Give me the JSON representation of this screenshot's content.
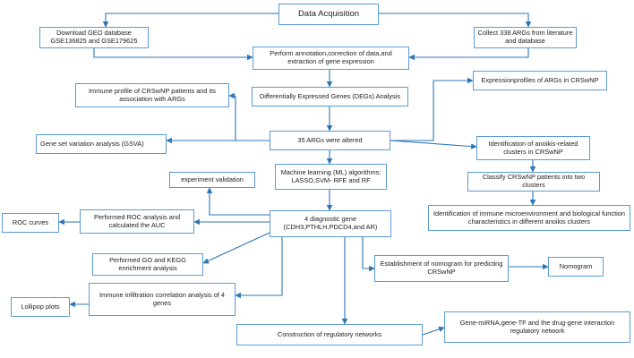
{
  "colors": {
    "line": "#2e75b6",
    "border": "#5b9bd5",
    "text": "#222222"
  },
  "boxes": {
    "data_acquisition": "Data Acquisition",
    "download_geo": "Download GEO database GSE136825 and GSE179625",
    "collect_args": "Collect 338 ARGs from literature and database",
    "annotation": "Perform annotation,correction of data,and extraction of gene expression",
    "immune_profile": "Immune profile of CRSwNP patients and its association with ARGs",
    "degs": "Differentially Expressed Genes (DEGs) Analysis",
    "expression_profiles": "Expressionprofiles of ARGs in CRSwNP",
    "gsva": "Gene set variation analysis (GSVA)",
    "args_altered": "35 ARGs were altered",
    "anoikis_clusters": "Identification of anoikis-related clusters in CRSwNP",
    "ml": "Machine learning (ML) algorithms: LASSO,SVM- RFE and RF",
    "classify": "Classify CRSwNP patients into two clusters",
    "experiment_validation": "experiment validation",
    "immune_micro": "Identification of immune microenvironment and biological function characteristics in different anoikis clusters",
    "roc_curves": "ROC curves",
    "roc_analysis": "Performed ROC analysis and calculated the AUC",
    "diagnostic_gene": "4 diagnostic gene (CDH3,PTHLH,PDCD4,and AR)",
    "go_kegg": "Performed GO and KEGG enrichment analysis",
    "nomogram_est": "Establishment of nomogram for predicting CRSwNP",
    "nomogram": "Nomogram",
    "lollipop": "Lollipop plots",
    "immune_infiltration": "Immune infiltration correlation analysis of 4 genes",
    "regulatory": "Construction of regulatory networks",
    "gene_mirna": "Gene-miRNA,gene-TF and the drug-gene interaction regulatory network"
  }
}
